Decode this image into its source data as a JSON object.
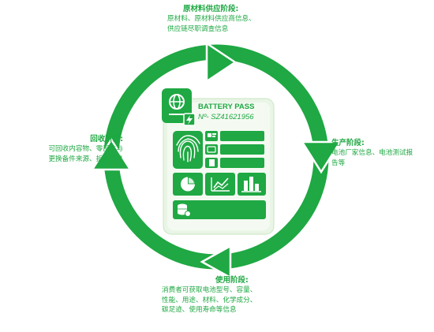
{
  "passport": {
    "title": "BATTERY PASS",
    "number": "Nº- SZ41621956"
  },
  "stages": {
    "raw_material": {
      "title": "原材料供应阶段:",
      "lines": [
        "原材料、原材料供应商信息、",
        "供应链尽职调查信息"
      ]
    },
    "production": {
      "title": "生产阶段:",
      "lines": [
        "电池厂家信息、电池测试报",
        "告等"
      ]
    },
    "usage": {
      "title": "使用阶段:",
      "lines": [
        "消费者可获取电池型号、容量、",
        "性能、用途、材料、化学成分、",
        "碳足迹、使用寿命等信息"
      ]
    },
    "recycling": {
      "title": "回收阶段:",
      "lines": [
        "可回收内容物、零部件与",
        "更换备件来源、拆解信息"
      ]
    }
  },
  "icons": [
    "globe-icon",
    "battery-charge-icon",
    "fingerprint-icon",
    "id-card-icon",
    "document-icon",
    "pie-chart-icon",
    "line-chart-icon",
    "bar-chart-icon",
    "database-icon",
    "cycle-arrow-icon"
  ],
  "colors": {
    "green": "#1fa843",
    "light_green": "#c8ecc5",
    "card_bg": "#f1f8ef",
    "text_green": "#1fa843"
  }
}
